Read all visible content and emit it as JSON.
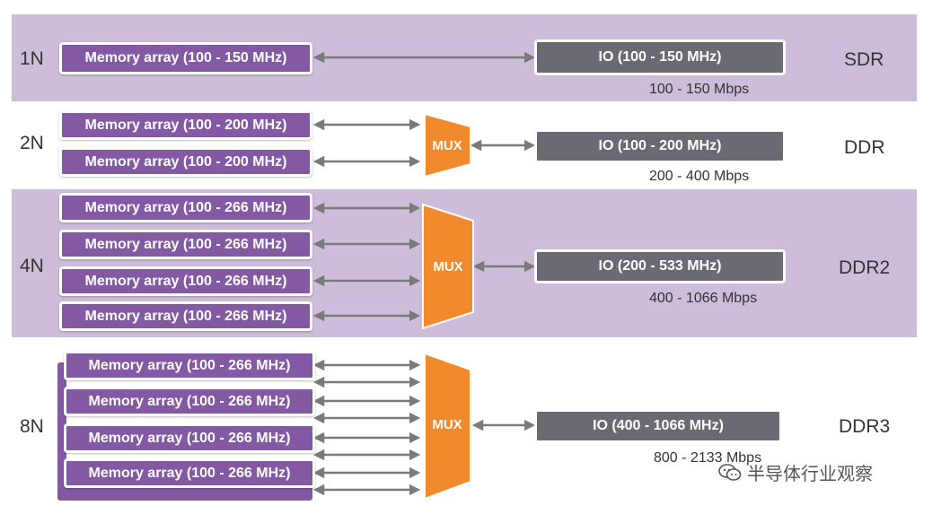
{
  "rows": [
    {
      "multiplier": "1N",
      "standard": "SDR",
      "memory": [
        "Memory array (100 - 150 MHz)"
      ],
      "io": "IO (100 - 150 MHz)",
      "rate": "100 - 150 Mbps",
      "mux": ""
    },
    {
      "multiplier": "2N",
      "standard": "DDR",
      "memory": [
        "Memory array (100 - 200 MHz)",
        "Memory array (100 - 200 MHz)"
      ],
      "io": "IO (100 - 200 MHz)",
      "rate": "200 - 400 Mbps",
      "mux": "MUX"
    },
    {
      "multiplier": "4N",
      "standard": "DDR2",
      "memory": [
        "Memory array (100 - 266 MHz)",
        "Memory array (100 - 266 MHz)",
        "Memory array (100 - 266 MHz)",
        "Memory array (100 - 266 MHz)"
      ],
      "io": "IO (200 - 533 MHz)",
      "rate": "400 - 1066 Mbps",
      "mux": "MUX"
    },
    {
      "multiplier": "8N",
      "standard": "DDR3",
      "memory": [
        "Memory array (100 - 266 MHz)",
        "Memory array (100 - 266 MHz)",
        "Memory array (100 - 266 MHz)",
        "Memory array (100 - 266 MHz)"
      ],
      "io": "IO (400 - 1066 MHz)",
      "rate": "800 - 2133 Mbps",
      "mux": "MUX"
    }
  ],
  "watermark": {
    "text": "半导体行业观察"
  },
  "colors": {
    "band": "#cdbdda",
    "memory": "#8359a3",
    "io": "#6b6a73",
    "mux": "#f08a2c",
    "arrow": "#7a7a7a"
  }
}
